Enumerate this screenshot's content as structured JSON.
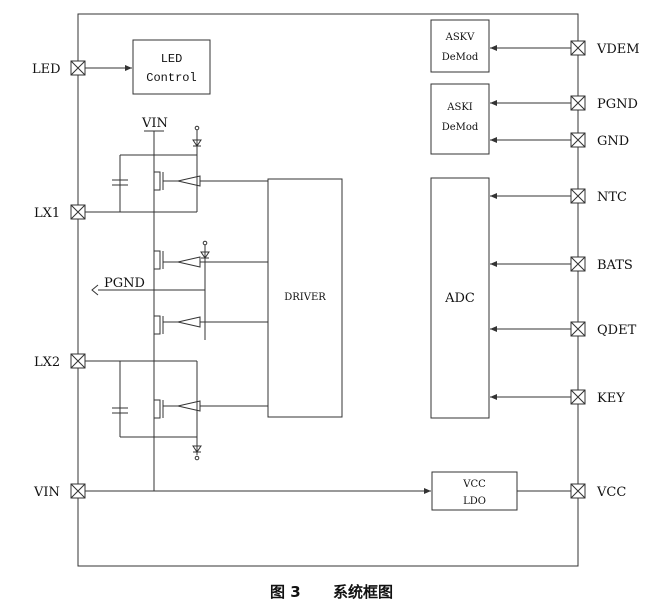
{
  "pins_left": [
    {
      "id": "led",
      "label": "LED"
    },
    {
      "id": "lx1",
      "label": "LX1"
    },
    {
      "id": "lx2",
      "label": "LX2"
    },
    {
      "id": "vin",
      "label": "VIN"
    }
  ],
  "pins_right": [
    {
      "id": "vdem",
      "label": "VDEM"
    },
    {
      "id": "pgnd",
      "label": "PGND"
    },
    {
      "id": "gnd",
      "label": "GND"
    },
    {
      "id": "ntc",
      "label": "NTC"
    },
    {
      "id": "bats",
      "label": "BATS"
    },
    {
      "id": "qdet",
      "label": "QDET"
    },
    {
      "id": "key",
      "label": "KEY"
    },
    {
      "id": "vcc",
      "label": "VCC"
    }
  ],
  "blocks": {
    "led_control": {
      "line1": "LED",
      "line2": "Control"
    },
    "askv": {
      "line1": "ASKV",
      "line2": "DeMod"
    },
    "aski": {
      "line1": "ASKI",
      "line2": "DeMod"
    },
    "adc": {
      "label": "ADC"
    },
    "driver": {
      "label": "DRIVER"
    },
    "vcc_ldo": {
      "line1": "VCC",
      "line2": "LDO"
    }
  },
  "internal_labels": {
    "vin_rail": "VIN",
    "pgnd_node": "PGND"
  },
  "caption": {
    "fig": "图 3",
    "title": "系统框图"
  }
}
